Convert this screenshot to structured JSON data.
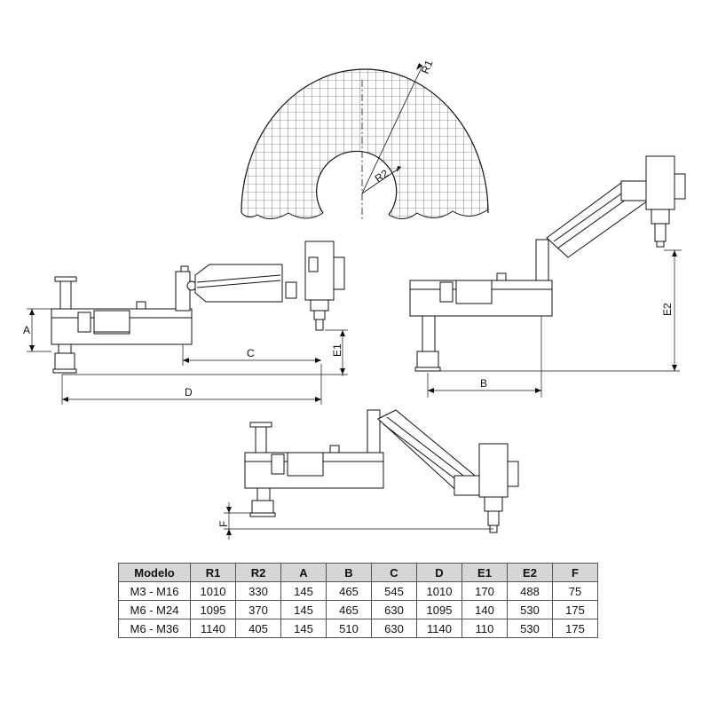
{
  "diagram": {
    "labels": {
      "r1": "R1",
      "r2": "R2",
      "a": "A",
      "b": "B",
      "c": "C",
      "d": "D",
      "e1": "E1",
      "e2": "E2",
      "f": "F"
    }
  },
  "table": {
    "headers": [
      "Modelo",
      "R1",
      "R2",
      "A",
      "B",
      "C",
      "D",
      "E1",
      "E2",
      "F"
    ],
    "rows": [
      [
        "M3 - M16",
        "1010",
        "330",
        "145",
        "465",
        "545",
        "1010",
        "170",
        "488",
        "75"
      ],
      [
        "M6 - M24",
        "1095",
        "370",
        "145",
        "465",
        "630",
        "1095",
        "140",
        "530",
        "175"
      ],
      [
        "M6 - M36",
        "1140",
        "405",
        "145",
        "510",
        "630",
        "1140",
        "110",
        "530",
        "175"
      ]
    ]
  }
}
